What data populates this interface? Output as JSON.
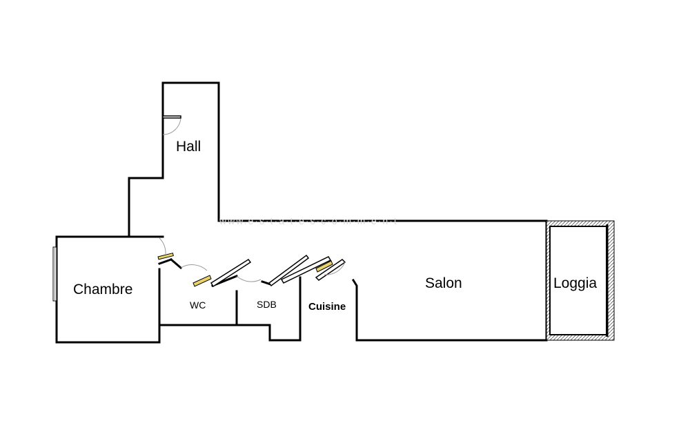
{
  "rooms": {
    "hall": "Hall",
    "chambre": "Chambre",
    "wc": "WC",
    "sdb": "SDB",
    "cuisine": "Cuisine",
    "salon": "Salon",
    "loggia": "Loggia"
  },
  "colors": {
    "wall": "#000000",
    "door_arc": "#9a9a9a",
    "door_leaf_accent": "#e8d36a",
    "background": "#ffffff"
  }
}
